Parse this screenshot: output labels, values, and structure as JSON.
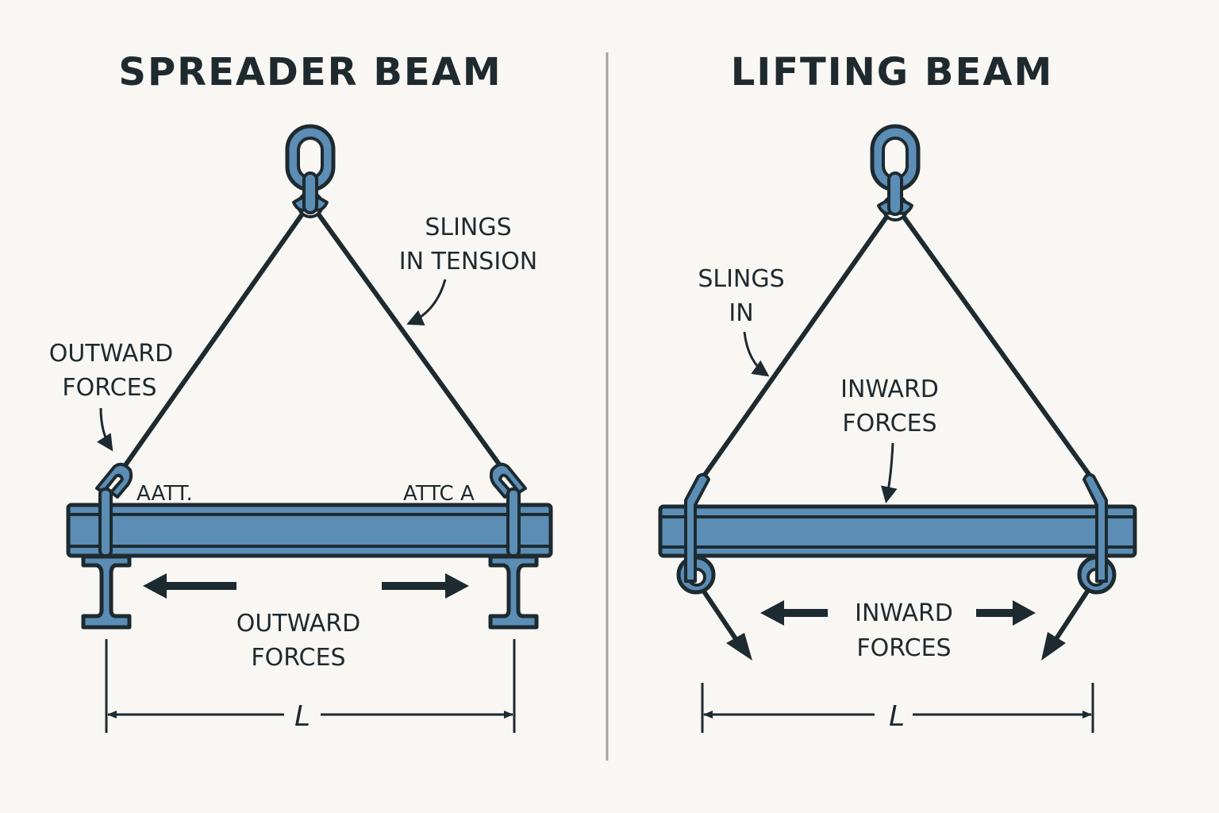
{
  "colors": {
    "background": "#f9f7f3",
    "steel": "#5b8db5",
    "ink": "#1d2a30",
    "divider": "#a8a49c"
  },
  "left_panel": {
    "title": "SPREADER BEAM",
    "sling_label_line1": "SLINGS",
    "sling_label_line2": "IN TENSION",
    "callout_line1": "OUTWARD",
    "callout_line2": "FORCES",
    "attach_left": "AATT.",
    "attach_right": "ATTC A",
    "bottom_line1": "OUTWARD",
    "bottom_line2": "FORCES",
    "dimension": "L"
  },
  "right_panel": {
    "title": "LIFTING BEAM",
    "sling_label_line1": "SLINGS",
    "sling_label_line2": "IN",
    "callout_line1": "INWARD",
    "callout_line2": "FORCES",
    "bottom_line1": "INWARD",
    "bottom_line2": "FORCES",
    "dimension": "L"
  }
}
